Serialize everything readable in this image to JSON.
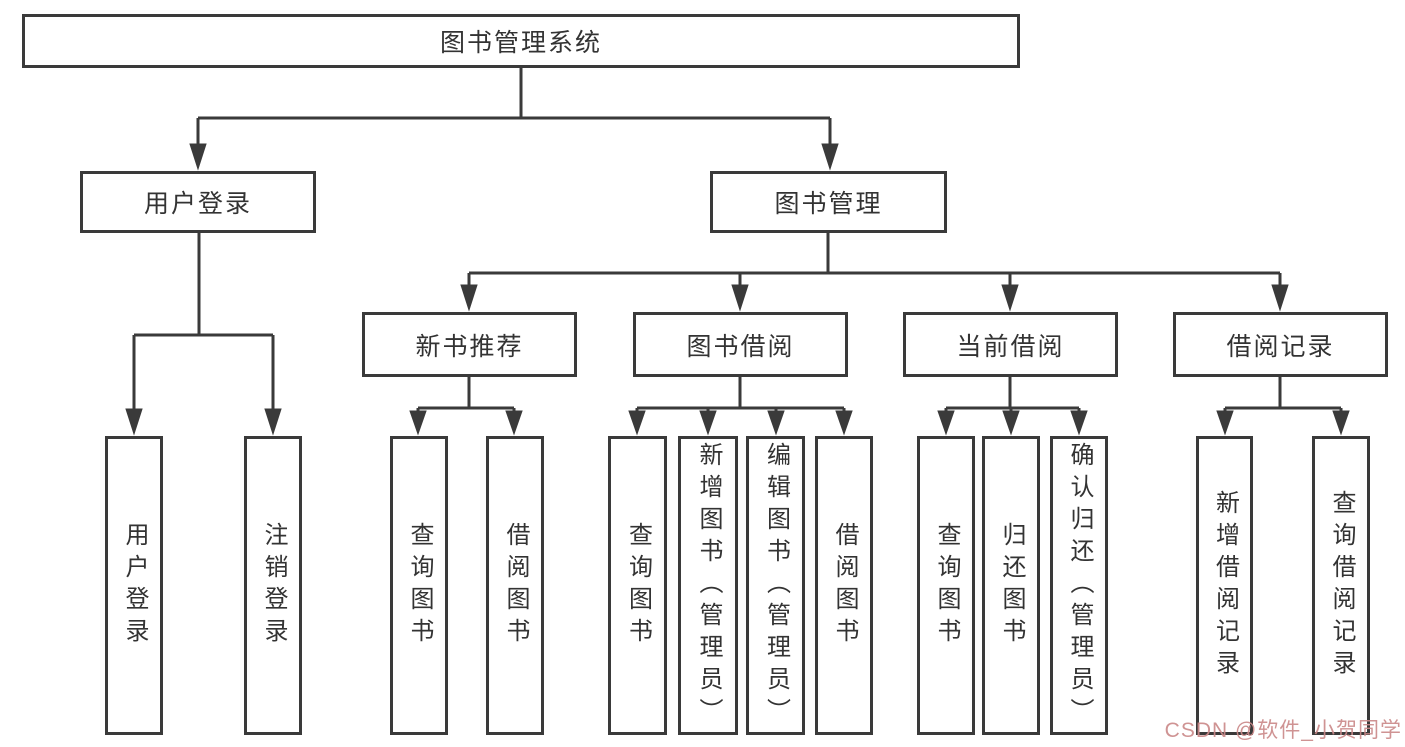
{
  "colors": {
    "line": "#3a3a3a",
    "text": "#333333",
    "watermark": "#cb8a8a",
    "background": "#ffffff"
  },
  "tree": {
    "root": "图书管理系统",
    "branches": [
      {
        "label": "用户登录",
        "children": [
          "用户登录",
          "注销登录"
        ]
      },
      {
        "label": "图书管理",
        "children": [
          {
            "label": "新书推荐",
            "children": [
              "查询图书",
              "借阅图书"
            ]
          },
          {
            "label": "图书借阅",
            "children": [
              "查询图书",
              "新增图书（管理员）",
              "编辑图书（管理员）",
              "借阅图书"
            ]
          },
          {
            "label": "当前借阅",
            "children": [
              "查询图书",
              "归还图书",
              "确认归还（管理员）"
            ]
          },
          {
            "label": "借阅记录",
            "children": [
              "新增借阅记录",
              "查询借阅记录"
            ]
          }
        ]
      }
    ]
  },
  "watermark": "CSDN @软件_小贺同学"
}
